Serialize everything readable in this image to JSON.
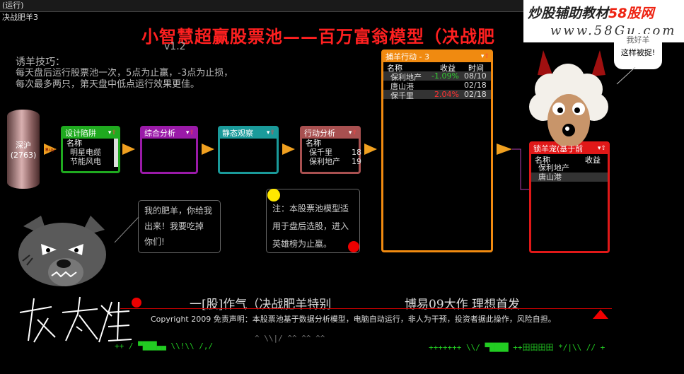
{
  "window": {
    "status_label": "(运行)",
    "subtitle": "决战肥羊3"
  },
  "header": {
    "title": "小智慧超赢股票池——百万富翁模型（决战肥",
    "version": "v1.2"
  },
  "brand": {
    "line1_main": "炒股辅助教材",
    "line1_accent": "58股网",
    "line2": "www.58Gu.com"
  },
  "tips": {
    "title": "诱羊技巧：",
    "line1": "每天盘后运行股票池一次，5点为止赢，-3点为止损，",
    "line2": "每次最多两只，第天盘中低点运行效果更佳。"
  },
  "source": {
    "label": "深沪",
    "count": "(2763)"
  },
  "panels": {
    "design_trap": {
      "title": "设计陷阱",
      "col": "名称",
      "rows": [
        "明星电缆",
        "节能风电"
      ]
    },
    "comprehensive": {
      "title": "综合分析"
    },
    "static_watch": {
      "title": "静态观察"
    },
    "action_analysis": {
      "title": "行动分析",
      "col": "名称",
      "rows": [
        "保千里",
        "保利地产"
      ],
      "col2_vals": [
        "18",
        "19"
      ]
    },
    "sheep_action": {
      "title": "捕羊行动 - 3",
      "cols": [
        "名称",
        "收益",
        "时间"
      ],
      "rows": [
        {
          "name": "保利地产",
          "gain": "-1.09%",
          "time": "08/10"
        },
        {
          "name": "唐山港",
          "gain": "",
          "time": "02/18"
        },
        {
          "name": "保千里",
          "gain": "2.04%",
          "time": "02/18"
        }
      ]
    },
    "lock_sheep": {
      "title": "锁羊宠(基于前",
      "cols": [
        "名称",
        "收益"
      ],
      "rows": [
        "保利地产",
        "唐山港"
      ]
    }
  },
  "bubbles": {
    "wolf": [
      "我的肥羊，你给我",
      "出来！我要吃掉",
      "你们!"
    ],
    "note": [
      "注：本股票池模型适",
      "用于盘后选股，进入",
      "英雄榜为止蠃。"
    ],
    "sheep": [
      "我好羊",
      "这样被捉!"
    ]
  },
  "wolf_sig": "灰太狼",
  "footer": {
    "slogan_left": "一[股]作气（决战肥羊特别",
    "slogan_right": "博易09大作 理想首发",
    "copyright": "Copyright 2009  免责声明：本股票池基于数据分析模型，电脑自动运行，非人为干预，投资者据此操作，风险自担。"
  },
  "colors": {
    "green": "#1faa1f",
    "purple": "#9a1aa8",
    "teal": "#1a9a9a",
    "brown": "#a85050",
    "orange": "#f08a10",
    "red": "#e01818",
    "arrow": "#f0a020"
  }
}
